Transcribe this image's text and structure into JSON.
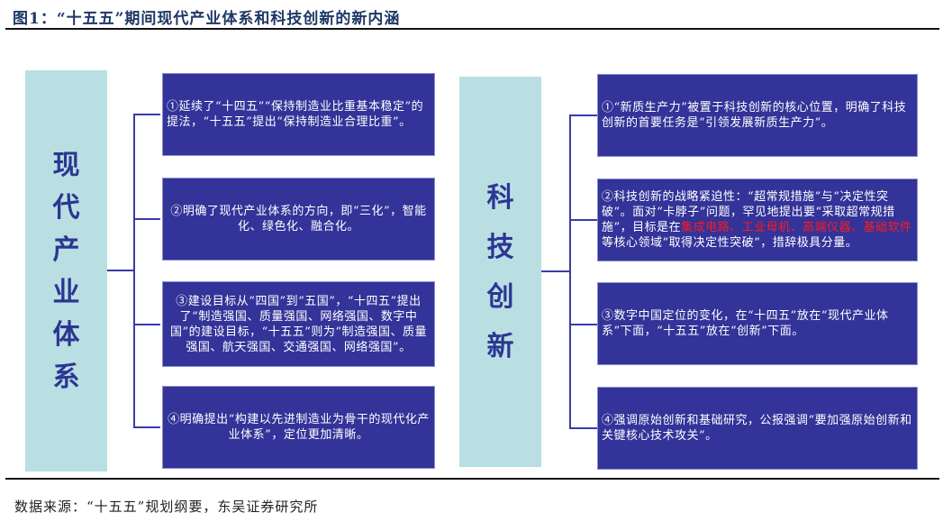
{
  "figure": {
    "title": "图1：“十五五”期间现代产业体系和科技创新的新内涵",
    "source": "数据来源：“十五五”规划纲要，东吴证券研究所"
  },
  "colors": {
    "label_bg": "#b9dfe3",
    "label_text": "#2c3692",
    "box_bg": "#333399",
    "box_text": "#ffffff",
    "highlight": "#ff1a1a",
    "connector": "#3b3ba8"
  },
  "left": {
    "label_chars": [
      "现",
      "代",
      "产",
      "业",
      "体",
      "系"
    ],
    "items": [
      {
        "text": "①延续了“十四五”“保持制造业比重基本稳定”的提法，“十五五”提出“保持制造业合理比重”。"
      },
      {
        "text": "②明确了现代产业体系的方向，即“三化”，智能化、绿色化、融合化。"
      },
      {
        "text": "③建设目标从“四国”到“五国”，“十四五”提出了“制造强国、质量强国、网络强国、数字中国”的建设目标，“十五五”则为“制造强国、质量强国、航天强国、交通强国、网络强国”。"
      },
      {
        "text": "④明确提出“构建以先进制造业为骨干的现代化产业体系”，定位更加清晰。"
      }
    ]
  },
  "right": {
    "label_chars": [
      "科",
      "技",
      "创",
      "新"
    ],
    "items": [
      {
        "text": "①“新质生产力”被置于科技创新的核心位置，明确了科技创新的首要任务是“引领发展新质生产力”。"
      },
      {
        "text_before": "②科技创新的战略紧迫性：“超常规措施”与“决定性突破”。面对“卡脖子”问题，罕见地提出要“采取超常规措施”，目标是在",
        "text_highlight": "集成电路、工业母机、高端仪器、基础软件",
        "text_after": "等核心领域“取得决定性突破”，措辞极具分量。"
      },
      {
        "text": "③数字中国定位的变化，在“十四五”放在“现代产业体系”下面，“十五五”放在“创新”下面。"
      },
      {
        "text": "④强调原始创新和基础研究，公报强调“要加强原始创新和关键核心技术攻关”。"
      }
    ]
  }
}
